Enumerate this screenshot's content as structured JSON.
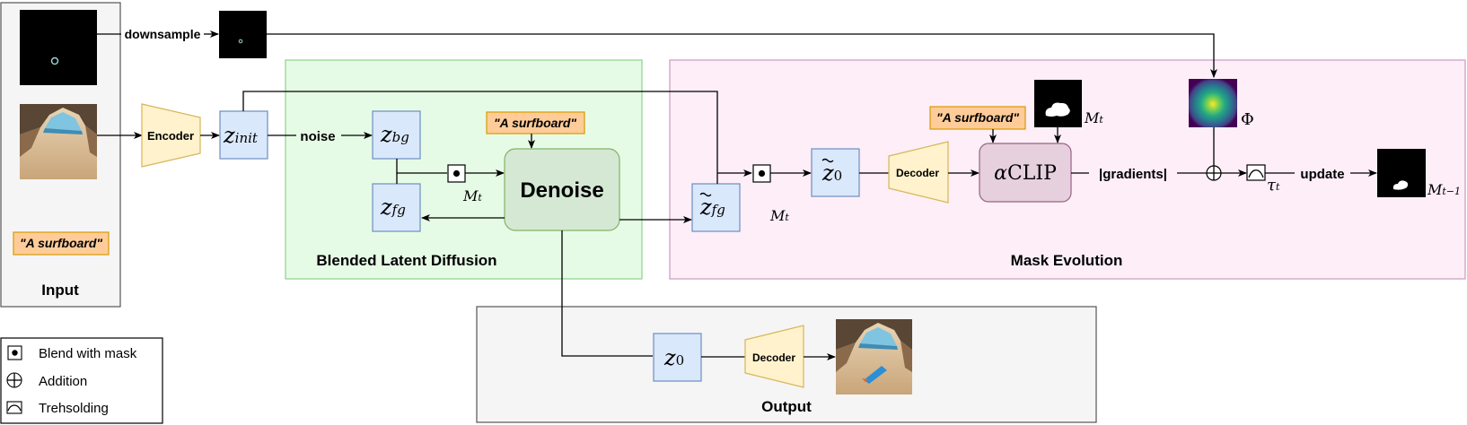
{
  "sections": {
    "input": "Input",
    "bld": "Blended Latent Diffusion",
    "mask_evolution": "Mask Evolution",
    "output": "Output"
  },
  "labels": {
    "downsample": "downsample",
    "noise": "noise",
    "gradients": "|gradients|",
    "update": "update"
  },
  "prompt": "\"A surfboard\"",
  "blocks": {
    "encoder": "Encoder",
    "decoder": "Decoder",
    "denoise": "Denoise",
    "aclip_alpha": "α",
    "aclip_text": "CLIP"
  },
  "math": {
    "z": "z",
    "init": "init",
    "bg": "bg",
    "fg": "fg",
    "zero": "0",
    "M": "M",
    "t": "t",
    "t_minus_1": "t−1",
    "Phi": "Φ",
    "tau": "τ"
  },
  "legend": [
    {
      "symbol": "blend-dot-icon",
      "label": "Blend with mask"
    },
    {
      "symbol": "addition-icon",
      "label": "Addition"
    },
    {
      "symbol": "threshold-icon",
      "label": "Trehsolding"
    }
  ],
  "colors": {
    "input_bg": "#f5f5f5",
    "bld_bg": "#e6fbe6",
    "bld_border": "#8cd28c",
    "mask_bg": "#fdeef8",
    "mask_border": "#c79ac0",
    "output_bg": "#f5f5f5",
    "latent_fill": "#dae8fc",
    "latent_border": "#6c8ebf",
    "coder_fill": "#fff2cc",
    "coder_border": "#d6b656",
    "denoise_fill": "#d5e8d4",
    "denoise_border": "#82b366",
    "clip_fill": "#e6d0de",
    "clip_border": "#996185",
    "prompt_fill": "#ffcc99",
    "prompt_border": "#d79b00"
  }
}
